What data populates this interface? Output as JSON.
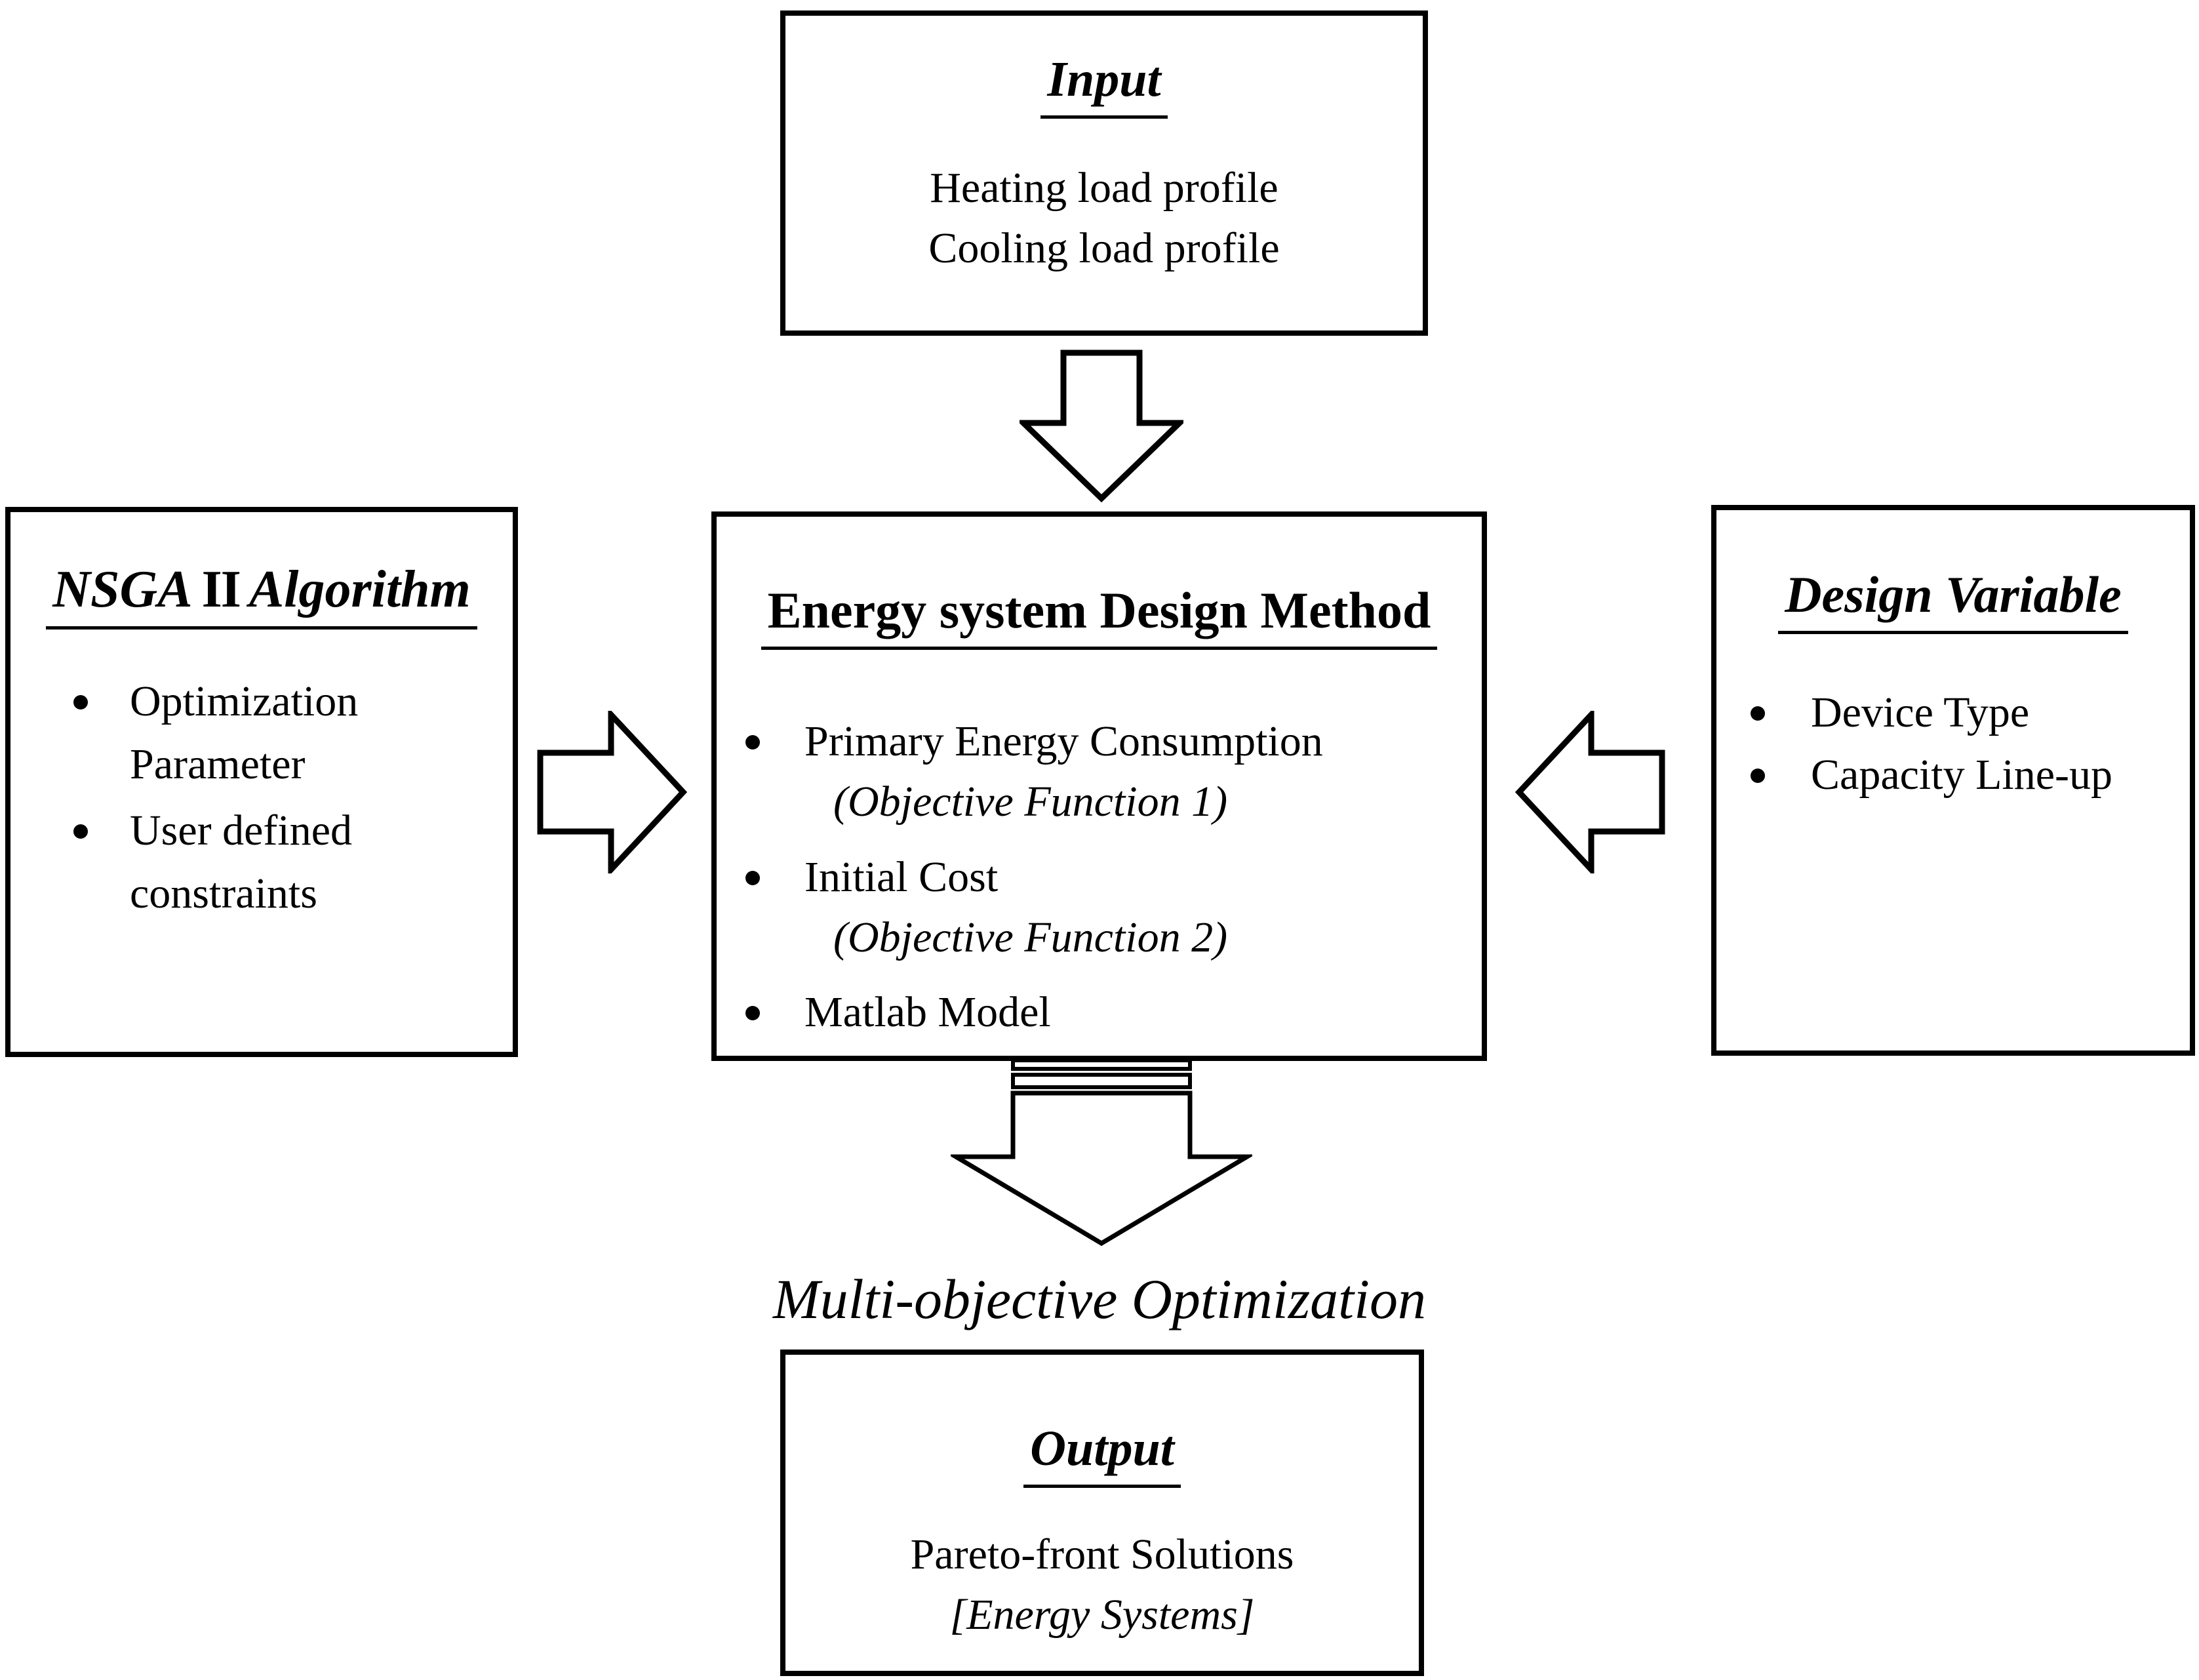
{
  "diagram": {
    "colors": {
      "background": "#ffffff",
      "line": "#000000"
    },
    "input_box": {
      "title": "Input",
      "line1": "Heating load profile",
      "line2": "Cooling load profile"
    },
    "nsga_box": {
      "title_prefix": "NSGA",
      "title_roman": "II",
      "title_suffix": "Algorithm",
      "bullets": [
        "Optimization Parameter",
        "User defined constraints"
      ]
    },
    "method_box": {
      "title": "Energy system Design Method",
      "bullets": [
        {
          "text": "Primary Energy Consumption",
          "subtext": "(Objective Function 1)"
        },
        {
          "text": "Initial Cost",
          "subtext": "(Objective Function 2)"
        },
        {
          "text": "Matlab Model"
        }
      ]
    },
    "design_box": {
      "title": "Design Variable",
      "bullets": [
        "Device Type",
        "Capacity Line-up"
      ]
    },
    "caption": "Multi-objective Optimization",
    "output_box": {
      "title": "Output",
      "line1": "Pareto-front Solutions",
      "line2": "[Energy Systems]"
    }
  }
}
